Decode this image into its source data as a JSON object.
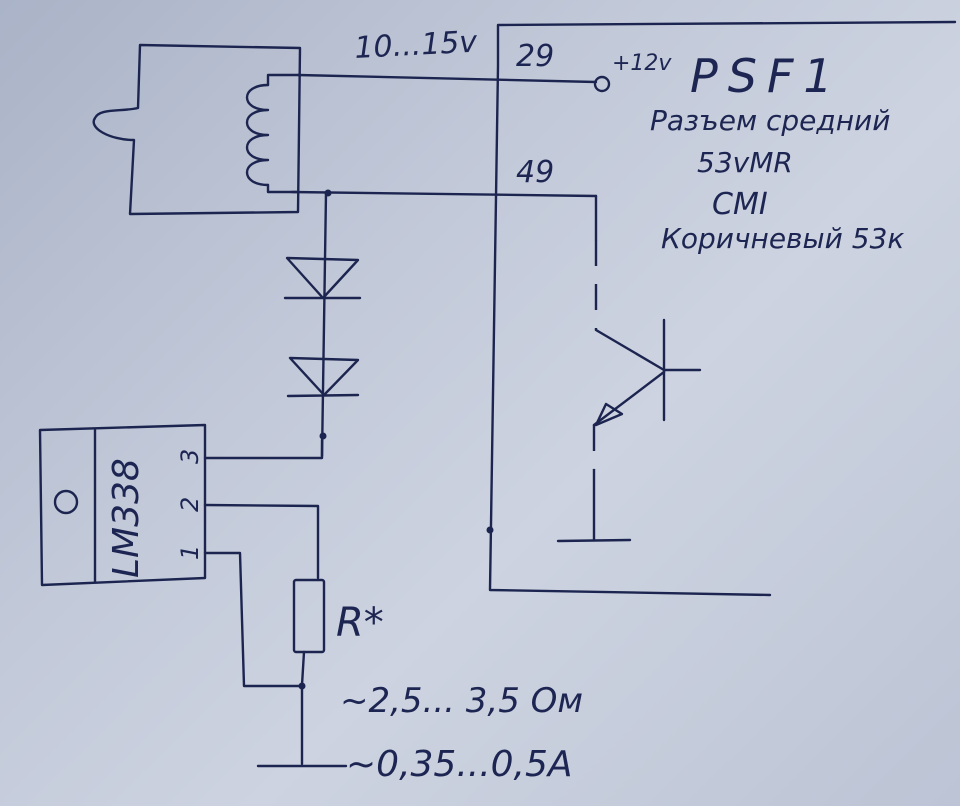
{
  "diagram": {
    "labels": {
      "voltage_range": "10...15v",
      "pin_29": "29",
      "plus_12v": "+12v",
      "pin_49": "49",
      "psf": "PSF1",
      "connector_note": "Разъем средний",
      "code_53vmr": "53vMR",
      "cmi": "CMI",
      "brown_note": "Коричневый 53к",
      "chip": "LM338",
      "pin_3": "3",
      "pin_2": "2",
      "pin_1": "1",
      "resistor": "R*",
      "resistance": "~2,5... 3,5 Ом",
      "current": "~0,35...0,5A"
    }
  }
}
